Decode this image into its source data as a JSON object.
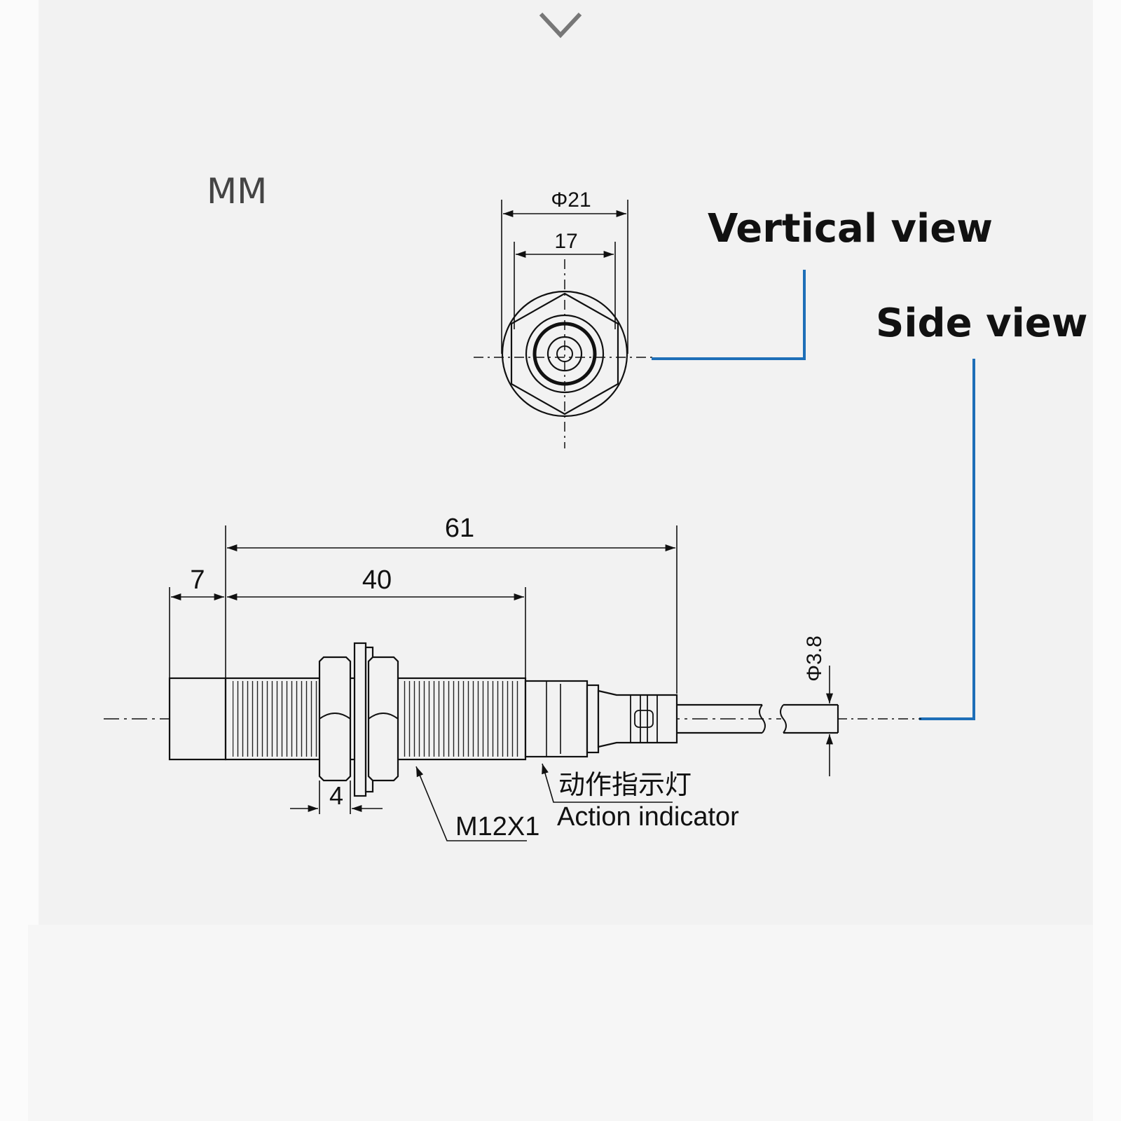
{
  "units": "MM",
  "top_chevron": "chevron-down-icon",
  "views": {
    "vertical": "Vertical view",
    "side": "Side view"
  },
  "dimensions": {
    "outer_diameter": "Φ21",
    "hex_flat": "17",
    "total_length": "61",
    "thread_length": "40",
    "head_length": "7",
    "nut_thickness": "4",
    "cable_diameter": "Φ3.8"
  },
  "annotations": {
    "thread": "M12X1",
    "indicator_cn": "动作指示灯",
    "indicator_en": "Action indicator"
  },
  "colors": {
    "background": "#f7f7f7",
    "lines": "#111111",
    "leader_accent": "#1e6fb8"
  }
}
